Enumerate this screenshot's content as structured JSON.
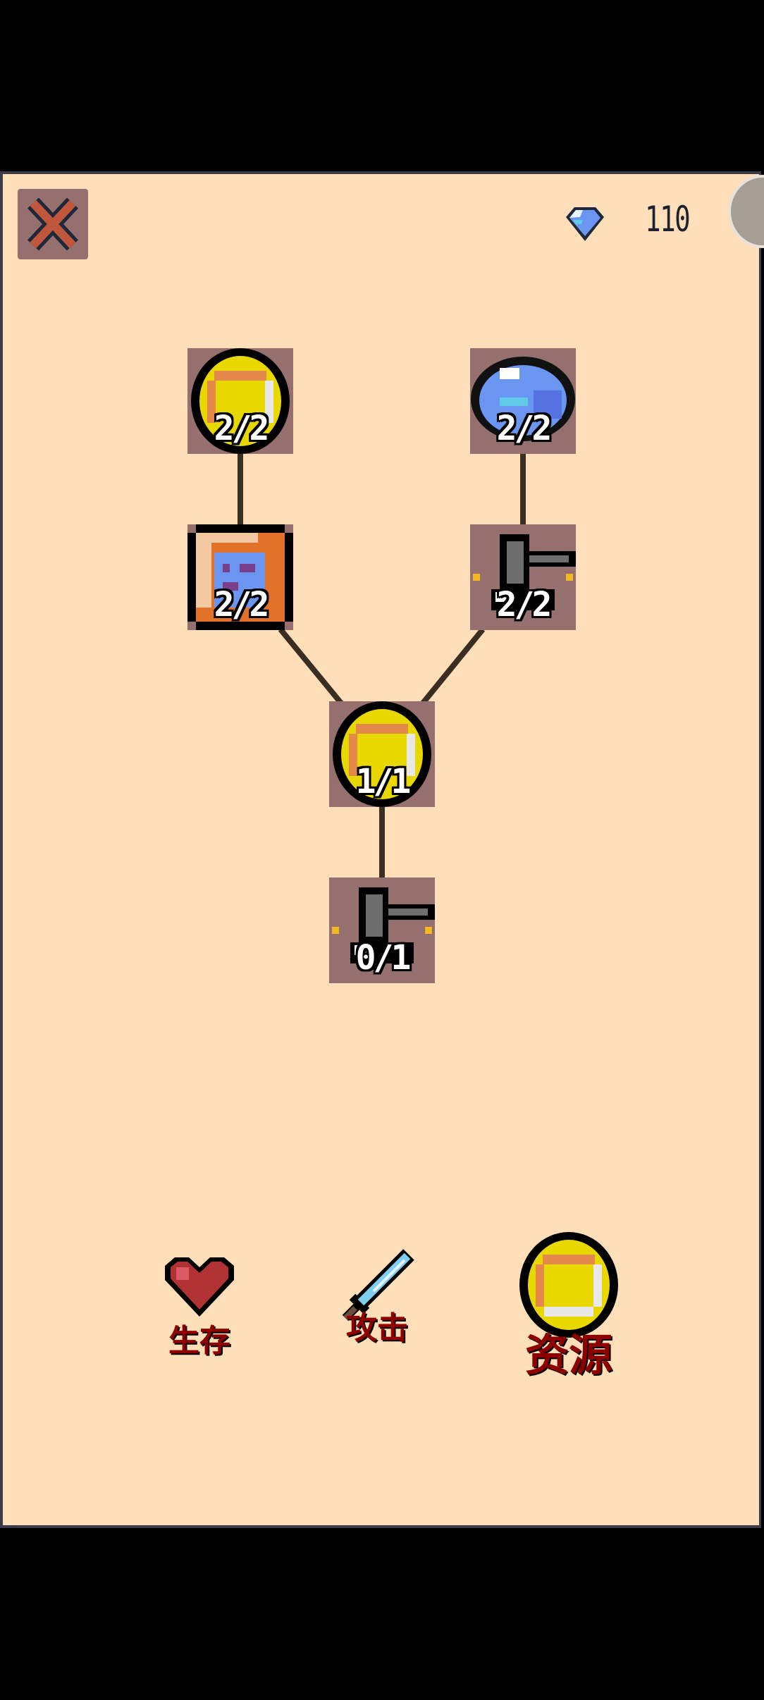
{
  "header": {
    "gem_icon": "blue-gem-icon",
    "gems": "110",
    "close_icon": "close-x-icon"
  },
  "tree": {
    "nodes": [
      {
        "id": "coin-top",
        "icon": "gold-coin-icon",
        "level": "2/2"
      },
      {
        "id": "blue-orb",
        "icon": "blue-orb-icon",
        "level": "2/2"
      },
      {
        "id": "scroll",
        "icon": "orange-book-icon",
        "level": "2/2"
      },
      {
        "id": "hammer-top",
        "icon": "hammer-icon",
        "level": "2/2"
      },
      {
        "id": "coin-mid",
        "icon": "gold-coin-icon",
        "level": "1/1"
      },
      {
        "id": "hammer-bottom",
        "icon": "hammer-icon",
        "level": "0/1"
      }
    ]
  },
  "tabs": [
    {
      "label": "生存",
      "icon": "heart-icon"
    },
    {
      "label": "攻击",
      "icon": "sword-icon"
    },
    {
      "label": "资源",
      "icon": "gold-coin-icon",
      "selected": true
    }
  ],
  "colors": {
    "background": "#fedfb9",
    "node": "#966f6f",
    "label": "#8e0000"
  }
}
